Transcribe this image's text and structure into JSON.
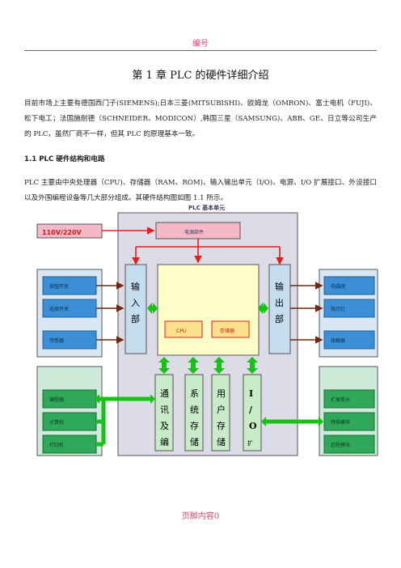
{
  "header": {
    "text": "编号"
  },
  "title": "第 1 章  PLC 的硬件详细介绍",
  "paragraph1": "目前市场上主要有德国西门子(SIEMENS);日本三菱(MITSUBISHI)、欧姆龙（OMRON)、富士电机（FUJI)、松下电工；法国施耐德（SCHNEIDER、MODICON）,韩国三星（SAMSUNG)、ABB、GE、日立等公司生产的 PLC，虽然厂商不一样，但其 PLC 的原理基本一致。",
  "section": "1.1 PLC 硬件结构和电路",
  "paragraph2": "PLC 主要由中央处理器（CPU)、存储器（RAM、ROM)、输入输出单元（I/O)、电源、I/O 扩展接口、外设接口以及外围编程设备等几大部分组成。其硬件结构图如图 1.1 所示。",
  "figure": {
    "frame_title": "PLC 基本单元",
    "power_label": "110V/220V",
    "power_unit": "电源部件",
    "input_label": [
      "输",
      "入",
      "部"
    ],
    "output_label": [
      "输",
      "出",
      "部"
    ],
    "cpu_boxes": [
      "CPU",
      "存储器"
    ],
    "comm": [
      "通",
      "讯",
      "及",
      "编"
    ],
    "sys": [
      "系",
      "统",
      "存",
      "储"
    ],
    "user": [
      "用",
      "户",
      "存",
      "储"
    ],
    "io": [
      "I",
      "/",
      "O",
      "扩"
    ],
    "left_inputs": [
      "按钮开关",
      "选择开关",
      "传感器"
    ],
    "left_devices": [
      "编程器",
      "计算机",
      "打印机"
    ],
    "right_outputs": [
      "电磁阀",
      "指示灯",
      "接触器"
    ],
    "right_devices": [
      "扩展单元",
      "特殊模块",
      "远程模块"
    ]
  },
  "footer": {
    "text": "页脚内容0"
  }
}
